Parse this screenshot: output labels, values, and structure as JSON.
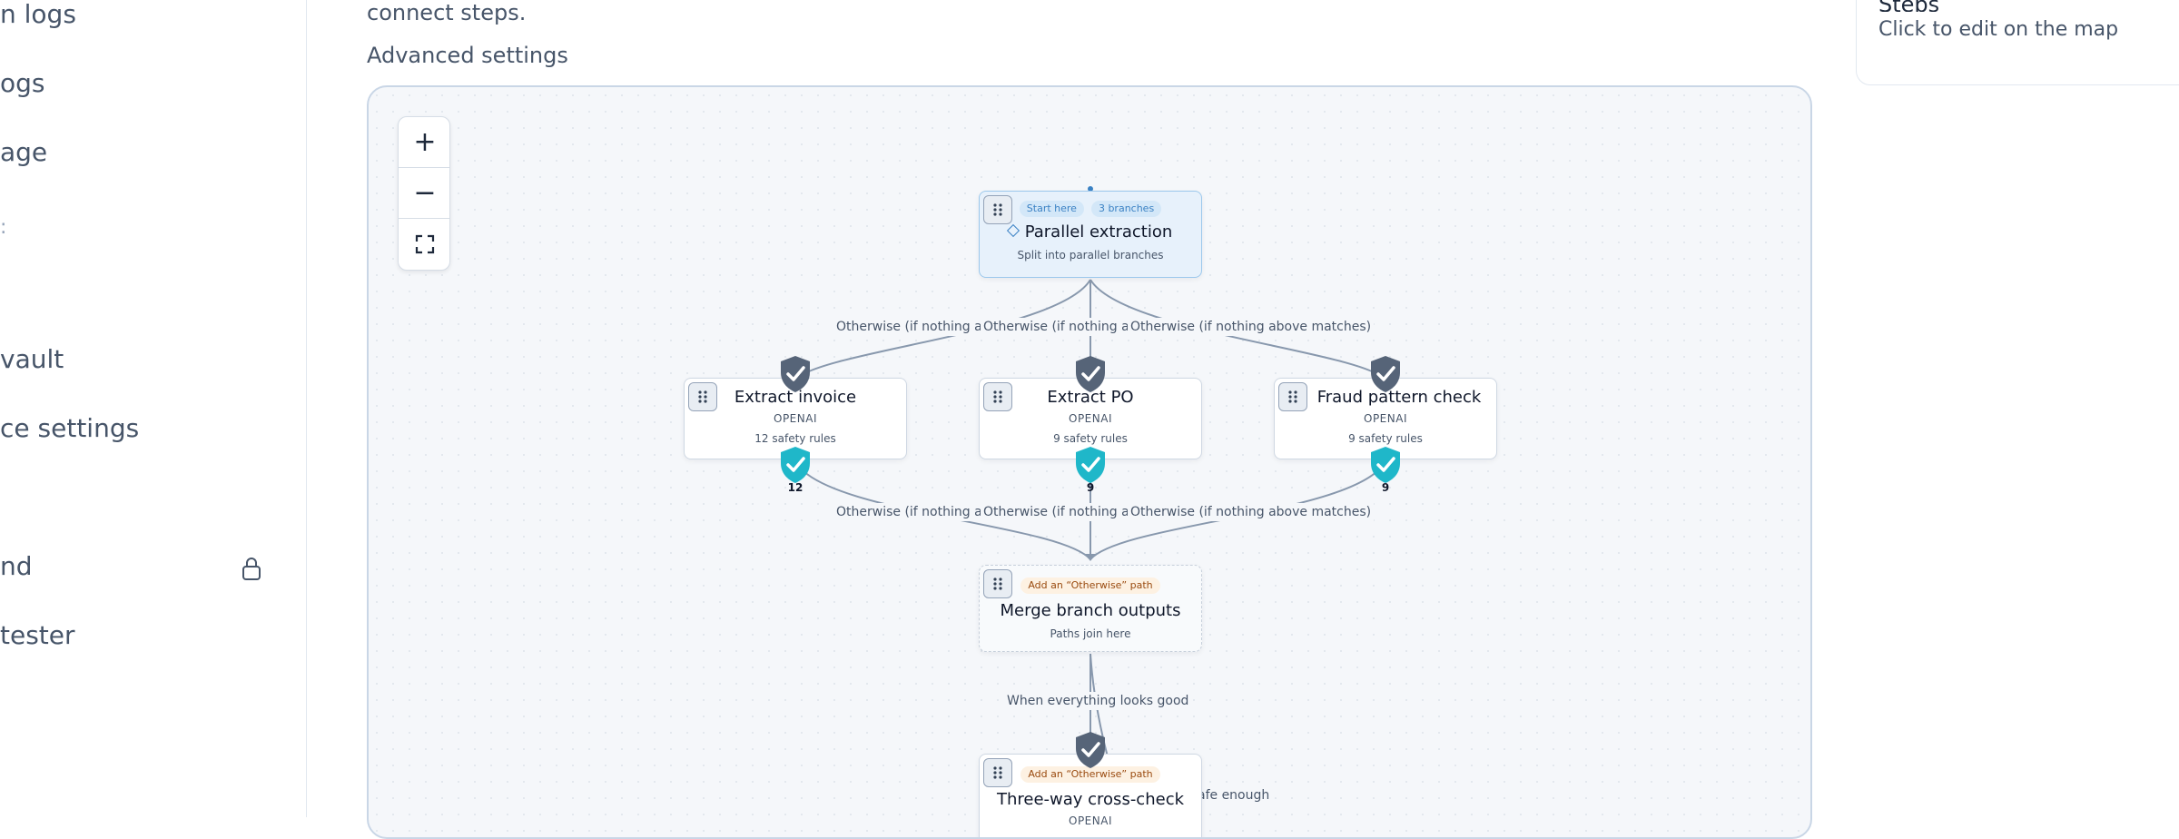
{
  "sidebar": {
    "items": [
      {
        "label": "n logs"
      },
      {
        "label": "ogs"
      },
      {
        "label": "age"
      },
      {
        "label": ":"
      },
      {
        "label": "vault"
      },
      {
        "label": "ce settings"
      },
      {
        "label": "nd"
      },
      {
        "label": "tester"
      }
    ],
    "lock_icon": "lock-icon"
  },
  "main": {
    "intro_text": "connect steps.",
    "advanced_label": "Advanced settings"
  },
  "panel": {
    "title": "Steps",
    "subtitle": "Click to edit on the map"
  },
  "zoom": {
    "zoom_in": "+",
    "zoom_out": "−",
    "fit_icon": "fit-view-icon"
  },
  "nodes": {
    "start": {
      "chip1": "Start here",
      "chip2": "3 branches",
      "title": "Parallel extraction",
      "sub": "Split into parallel branches"
    },
    "invoice": {
      "title": "Extract invoice",
      "meta": "OPENAI",
      "sub": "12 safety rules",
      "count": "12"
    },
    "po": {
      "title": "Extract PO",
      "meta": "OPENAI",
      "sub": "9 safety rules",
      "count": "9"
    },
    "fraud": {
      "title": "Fraud pattern check",
      "meta": "OPENAI",
      "sub": "9 safety rules",
      "count": "9"
    },
    "merge": {
      "chip": "Add an “Otherwise” path",
      "title": "Merge branch outputs",
      "sub": "Paths join here"
    },
    "crosscheck": {
      "chip": "Add an “Otherwise” path",
      "title": "Three-way cross-check",
      "meta": "OPENAI"
    }
  },
  "edge_labels": {
    "top_left": "Otherwise (if nothing above matches)",
    "top_mid": "Otherwise (if nothing above matches)",
    "top_right": "Otherwise (if nothing above matches)",
    "bot_left": "Otherwise (if nothing above matches)",
    "bot_mid": "Otherwise (if nothing above matches)",
    "bot_right": "Otherwise (if nothing above matches)",
    "good": "When everything looks good",
    "safe": "afe enough"
  },
  "colors": {
    "shield_dark": "#566478",
    "shield_teal": "#1fb7c9",
    "edge": "#8898ad"
  }
}
